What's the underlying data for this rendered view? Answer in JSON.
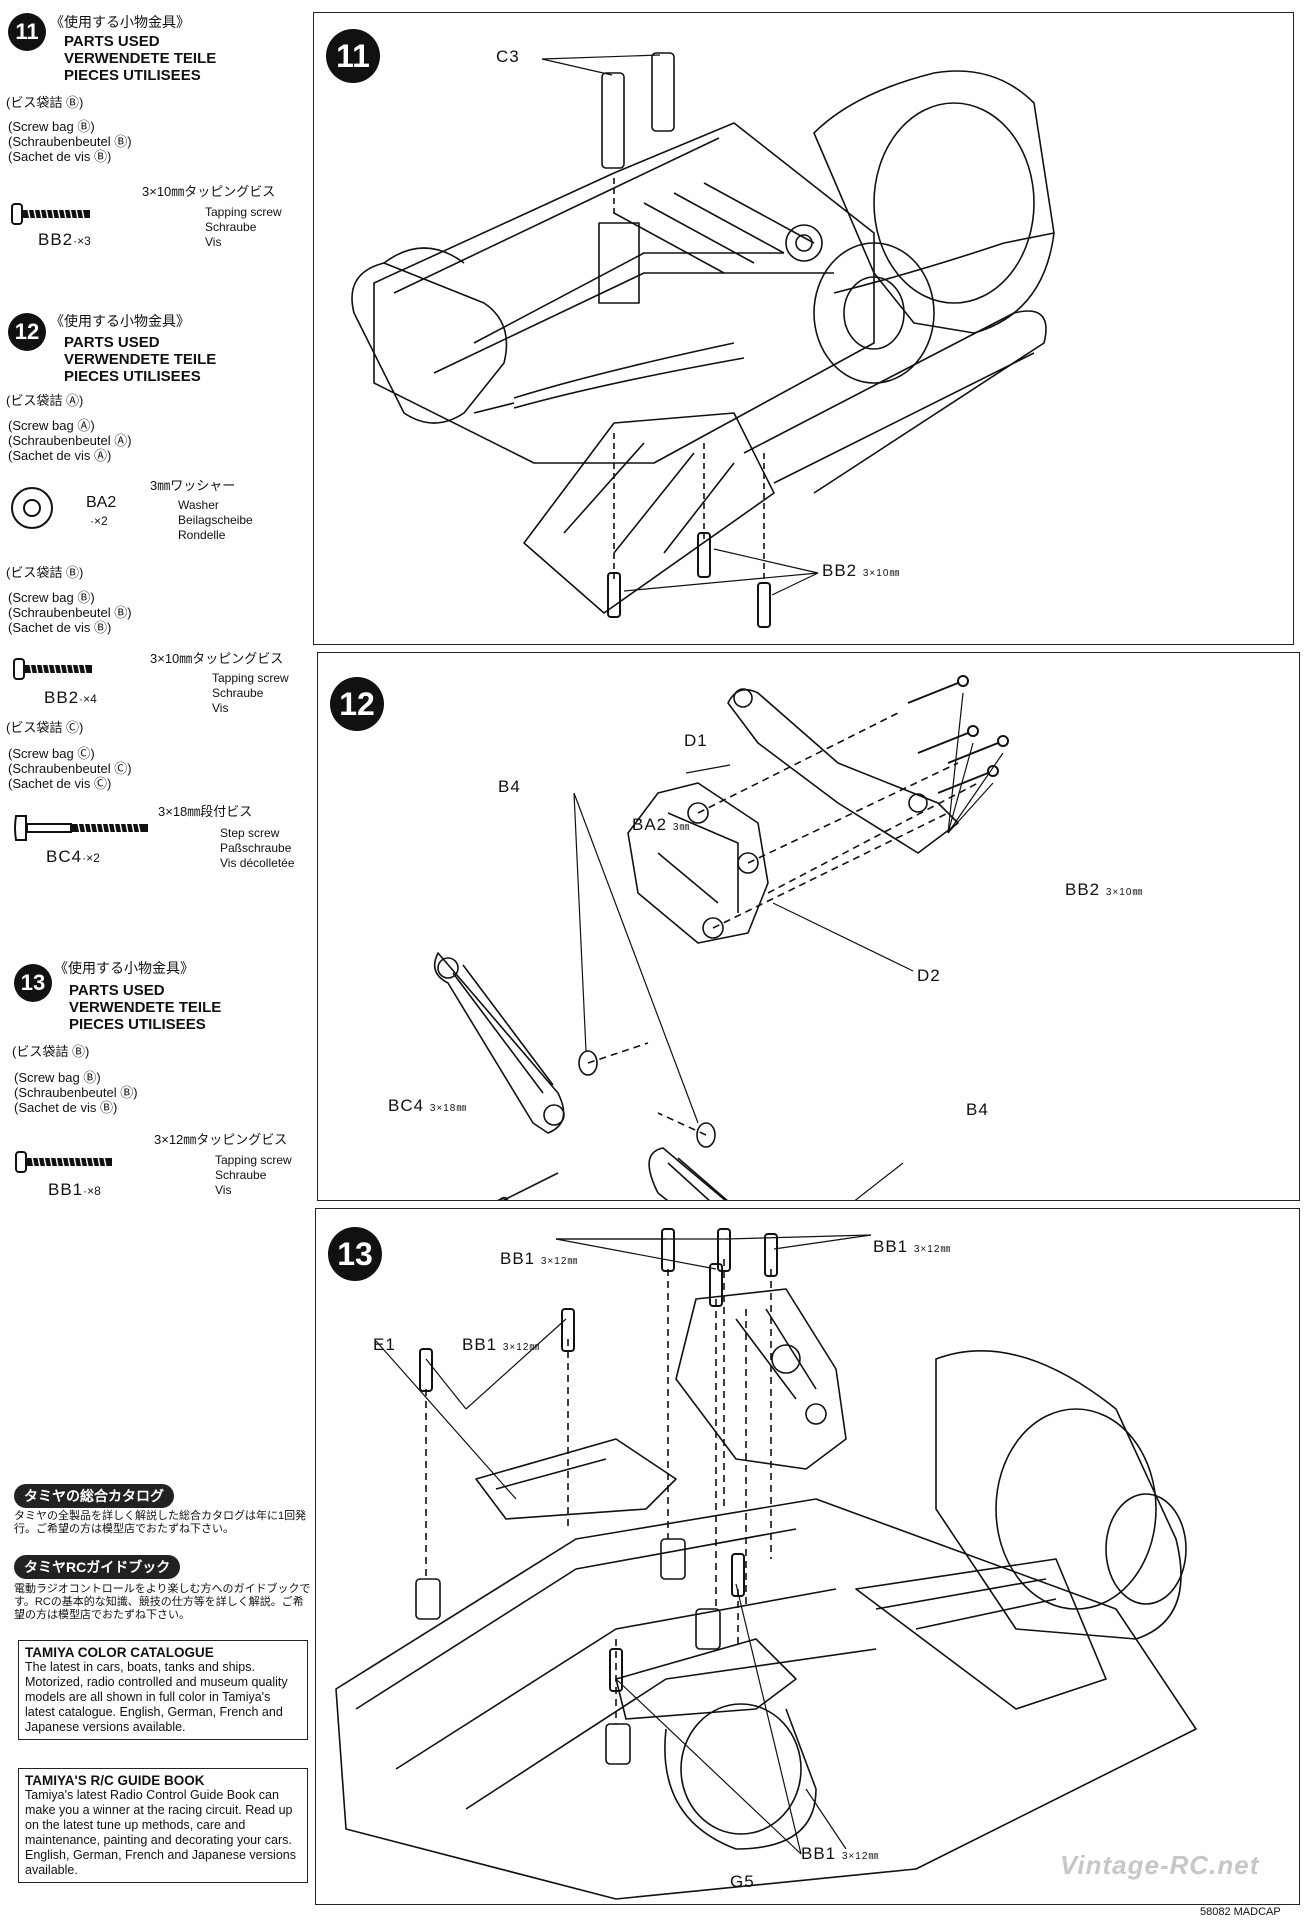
{
  "left": {
    "s11": {
      "num": "11",
      "jp": "《使用する小物金具》",
      "en": "PARTS USED",
      "de": "VERWENDETE TEILE",
      "fr": "PIECES UTILISEES",
      "bag_jp": "(ビス袋詰 Ⓑ)",
      "bag_en": "(Screw bag Ⓑ)",
      "bag_de": "(Schraubenbeutel Ⓑ)",
      "bag_fr": "(Sachet de vis Ⓑ)",
      "part_spec_jp": "3×10㎜タッピングビス",
      "part_en": "Tapping screw",
      "part_de": "Schraube",
      "part_fr": "Vis",
      "part_code": "BB2",
      "part_qty": "·×3"
    },
    "s12": {
      "num": "12",
      "jp": "《使用する小物金具》",
      "en": "PARTS USED",
      "de": "VERWENDETE TEILE",
      "fr": "PIECES UTILISEES",
      "bagA_jp": "(ビス袋詰 Ⓐ)",
      "bagA_en": "(Screw bag Ⓐ)",
      "bagA_de": "(Schraubenbeutel Ⓐ)",
      "bagA_fr": "(Sachet de vis Ⓐ)",
      "washer_spec_jp": "3㎜ワッシャー",
      "washer_en": "Washer",
      "washer_de": "Beilagscheibe",
      "washer_fr": "Rondelle",
      "washer_code": "BA2",
      "washer_qty": "·×2",
      "bagB_jp": "(ビス袋詰 Ⓑ)",
      "bagB_en": "(Screw bag Ⓑ)",
      "bagB_de": "(Schraubenbeutel Ⓑ)",
      "bagB_fr": "(Sachet de vis Ⓑ)",
      "screw_spec_jp": "3×10㎜タッピングビス",
      "screw_en": "Tapping screw",
      "screw_de": "Schraube",
      "screw_fr": "Vis",
      "screw_code": "BB2",
      "screw_qty": "·×4",
      "bagC_jp": "(ビス袋詰 Ⓒ)",
      "bagC_en": "(Screw bag Ⓒ)",
      "bagC_de": "(Schraubenbeutel Ⓒ)",
      "bagC_fr": "(Sachet de vis Ⓒ)",
      "step_spec_jp": "3×18㎜段付ビス",
      "step_en": "Step screw",
      "step_de": "Paßschraube",
      "step_fr": "Vis décolletée",
      "step_code": "BC4",
      "step_qty": "·×2"
    },
    "s13": {
      "num": "13",
      "jp": "《使用する小物金具》",
      "en": "PARTS USED",
      "de": "VERWENDETE TEILE",
      "fr": "PIECES UTILISEES",
      "bag_jp": "(ビス袋詰 Ⓑ)",
      "bag_en": "(Screw bag Ⓑ)",
      "bag_de": "(Schraubenbeutel Ⓑ)",
      "bag_fr": "(Sachet de vis Ⓑ)",
      "part_spec_jp": "3×12㎜タッピングビス",
      "part_en": "Tapping screw",
      "part_de": "Schraube",
      "part_fr": "Vis",
      "part_code": "BB1",
      "part_qty": "·×8"
    },
    "catalog": {
      "pill1": "タミヤの総合カタログ",
      "pill1_text": "タミヤの全製品を詳しく解説した総合カタログは年に1回発行。ご希望の方は模型店でおたずね下さい。",
      "pill2": "タミヤRCガイドブック",
      "pill2_text": "電動ラジオコントロールをより楽しむ方へのガイドブックです。RCの基本的な知識、競技の仕方等を詳しく解説。ご希望の方は模型店でおたずね下さい。",
      "color_title": "TAMIYA COLOR CATALOGUE",
      "color_text": "The latest in cars, boats, tanks and ships. Motorized, radio controlled and museum quality models are all shown in full color in Tamiya's latest catalogue. English, German, French and Japanese versions available.",
      "guide_title": "TAMIYA'S R/C GUIDE BOOK",
      "guide_text": "Tamiya's latest Radio Control Guide Book can make you a winner at the racing circuit. Read up on the latest tune up methods, care and maintenance, painting and decorating your cars. English, German, French and Japanese versions available."
    }
  },
  "panels": {
    "p11": {
      "num": "11",
      "c3": "C3",
      "bb2": "BB2",
      "bb2_spec": "3×10㎜"
    },
    "p12": {
      "num": "12",
      "d1": "D1",
      "b4_top": "B4",
      "ba2": "BA2",
      "ba2_spec": "3㎜",
      "bb2": "BB2",
      "bb2_spec": "3×10㎜",
      "d2": "D2",
      "bc4": "BC4",
      "bc4_spec": "3×18㎜",
      "b4_bottom": "B4"
    },
    "p13": {
      "num": "13",
      "bb1_a": "BB1",
      "bb1_a_spec": "3×12㎜",
      "bb1_b": "BB1",
      "bb1_b_spec": "3×12㎜",
      "e1": "E1",
      "bb1_c": "BB1",
      "bb1_c_spec": "3×12㎜",
      "bb1_d": "BB1",
      "bb1_d_spec": "3×12㎜",
      "g5": "G5"
    }
  },
  "watermark": "Vintage-RC.net",
  "footer": "58082 MADCAP"
}
